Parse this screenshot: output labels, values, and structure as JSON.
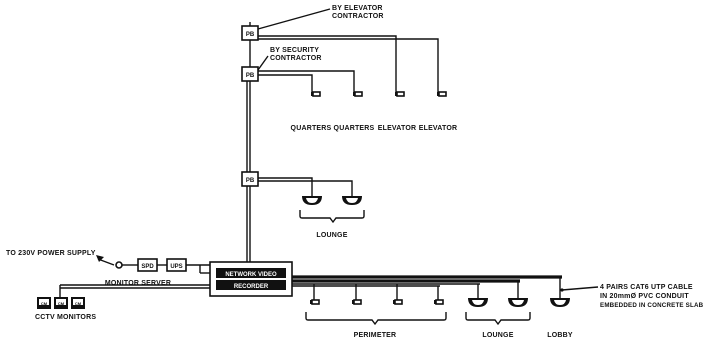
{
  "labels": {
    "by_elevator_contractor_1": "BY ELEVATOR",
    "by_elevator_contractor_2": "CONTRACTOR",
    "by_security_contractor_1": "BY SECURITY",
    "by_security_contractor_2": "CONTRACTOR",
    "pb": "PB",
    "quarters": "QUARTERS",
    "elevator": "ELEVATOR",
    "lounge": "LOUNGE",
    "power_supply": "TO 230V POWER SUPPLY",
    "spd": "SPD",
    "ups": "UPS",
    "nvr_1": "NETWORK VIDEO",
    "nvr_2": "RECORDER",
    "monitor_server": "MONITOR SERVER",
    "cctv_monitors": "CCTV MONITORS",
    "perimeter": "PERIMETER",
    "lobby": "LOBBY",
    "cable_note_1": "4 PAIRS CAT6 UTP CABLE",
    "cable_note_2": "IN 20mmØ PVC CONDUIT",
    "cable_note_3": "EMBEDDED IN CONCRETE SLAB",
    "cm": "CM"
  }
}
